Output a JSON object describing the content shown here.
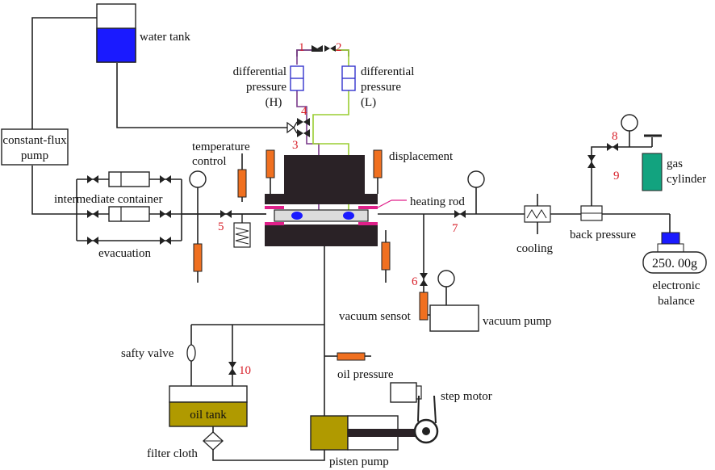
{
  "labels": {
    "water_tank": "water tank",
    "dp_h_line1": "differential",
    "dp_h_line2": "pressure",
    "dp_h_line3": "(H)",
    "dp_l_line1": "differential",
    "dp_l_line2": "pressure",
    "dp_l_line3": "(L)",
    "pump_line1": "constant-flux",
    "pump_line2": "pump",
    "temp_line1": "temperature",
    "temp_line2": "control",
    "displacement": "displacement",
    "gas_line1": "gas",
    "gas_line2": "cylinder",
    "intermediate_container": "intermediate container",
    "heating_rod": "heating rod",
    "evacuation": "evacuation",
    "cooling": "cooling",
    "back_pressure": "back pressure",
    "balance_reading": "250. 00g",
    "balance_line1": "electronic",
    "balance_line2": "balance",
    "vacuum_sensor": "vacuum sensot",
    "vacuum_pump": "vacuum pump",
    "safety_valve": "safty valve",
    "oil_pressure": "oil pressure",
    "step_motor": "step motor",
    "oil_tank": "oil tank",
    "filter_cloth": "filter cloth",
    "piston_pump": "pisten pump"
  },
  "valves": [
    "1",
    "2",
    "3",
    "4",
    "5",
    "6",
    "7",
    "8",
    "9",
    "10"
  ],
  "colors": {
    "water": "#1a1aff",
    "gauge": "#3333cc",
    "purple_line": "#7a3a8a",
    "green_line": "#9acd32",
    "sensor": "#f07020",
    "heater": "#e0208a",
    "dark": "#2a2226",
    "gas": "#12a37f",
    "oil": "#b09a00",
    "valve_number": "#d8202a"
  }
}
